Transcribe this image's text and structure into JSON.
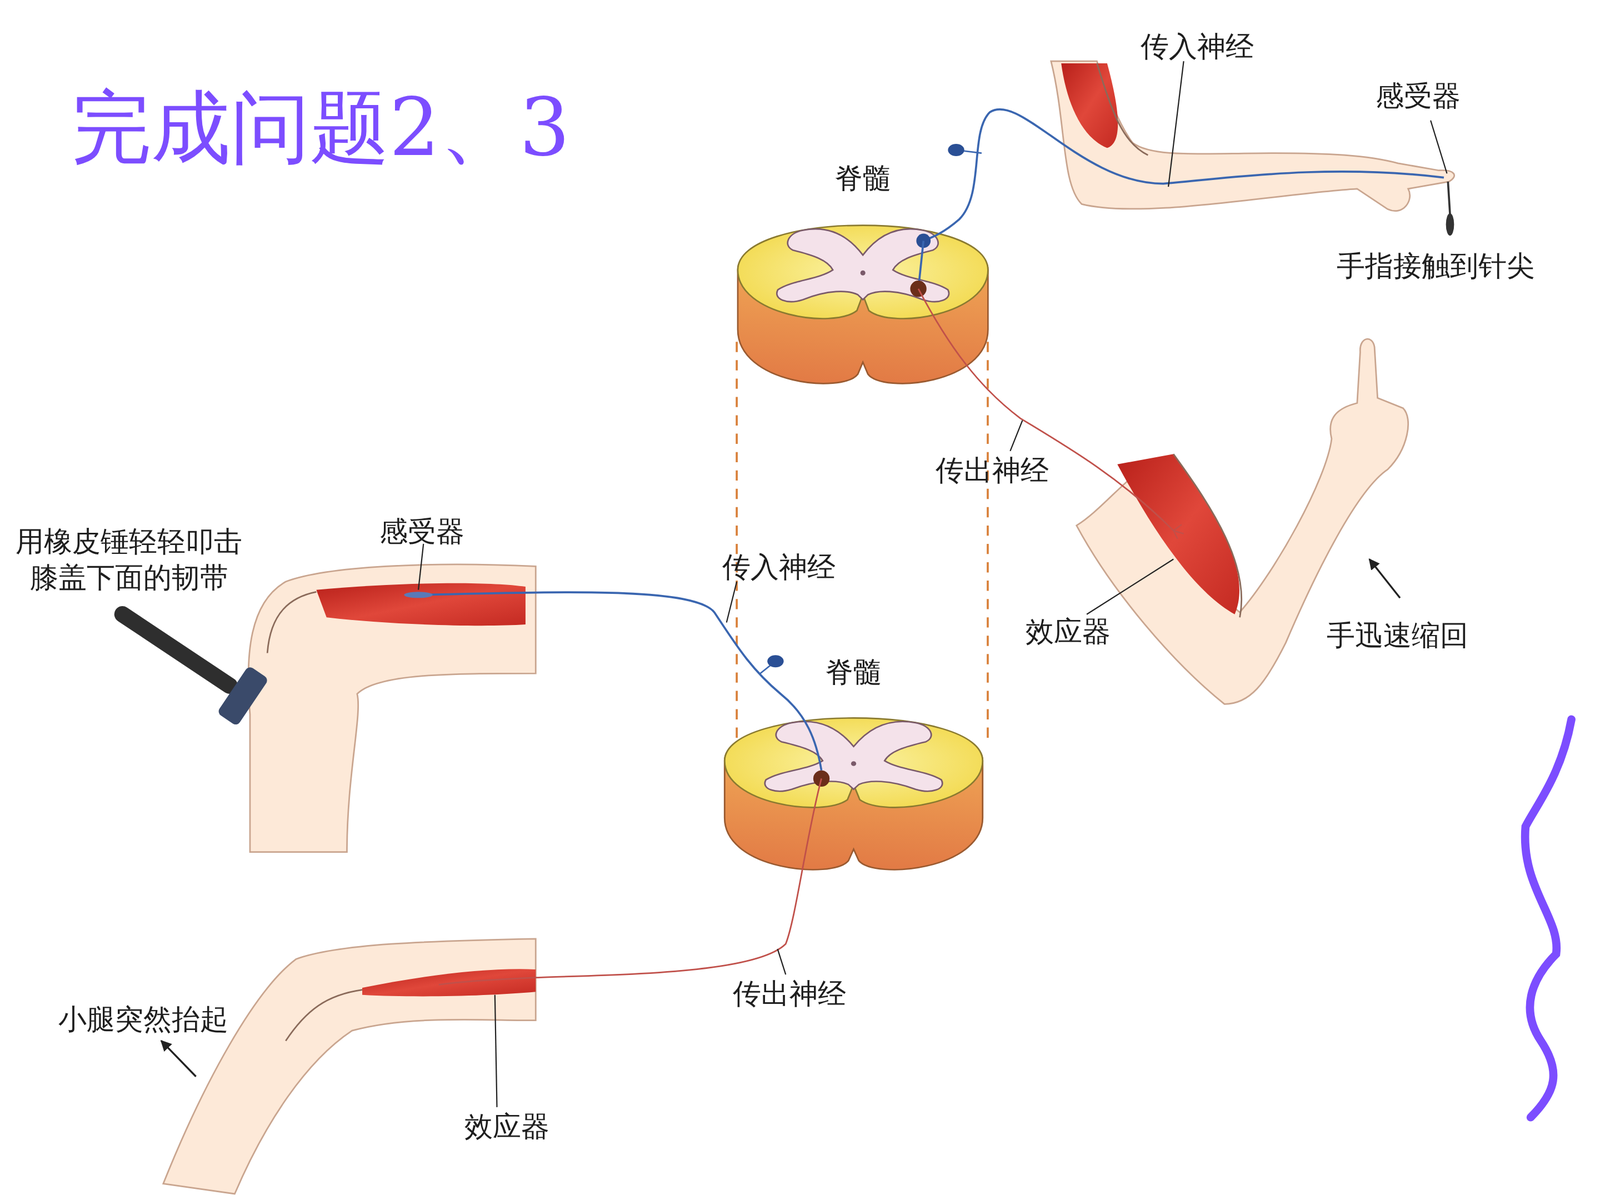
{
  "diagram": {
    "title": "完成问题2、3",
    "nodes": [
      {
        "text": [
          "脊髓"
        ]
      },
      {
        "text": [
          "脊髓"
        ]
      }
    ],
    "labels": [
      "传入神经",
      "感受器",
      "手指接触到针尖",
      "传出神经",
      "效应器",
      "手迅速缩回",
      "用橡皮锤轻轻叩击 膝盖下面的韧带",
      "感受器",
      "传入神经",
      "传出神经",
      "小腿突然抬起",
      "效应器"
    ]
  }
}
